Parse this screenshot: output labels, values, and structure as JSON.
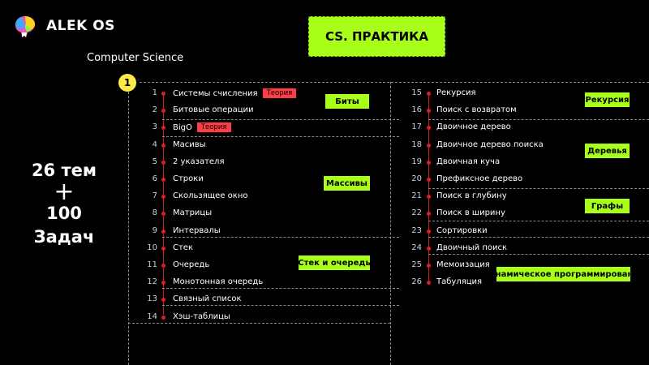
{
  "header": {
    "brand": "ALEK OS",
    "title": "CS. ПРАКТИКА",
    "subject": "Computer Science",
    "step": "1"
  },
  "stats": {
    "topics": "26 тем",
    "plus": "+",
    "tasks": "100 Задач"
  },
  "tag_label": "Теория",
  "left_topics": [
    {
      "num": "1",
      "label": "Системы счисления",
      "tag": "Теория"
    },
    {
      "num": "2",
      "label": "Битовые операции"
    },
    {
      "num": "3",
      "label": "BigO",
      "tag": "Теория"
    },
    {
      "num": "4",
      "label": "Масивы"
    },
    {
      "num": "5",
      "label": "2 указателя"
    },
    {
      "num": "6",
      "label": "Строки"
    },
    {
      "num": "7",
      "label": "Скользящее окно"
    },
    {
      "num": "8",
      "label": "Матрицы"
    },
    {
      "num": "9",
      "label": "Интервалы"
    },
    {
      "num": "10",
      "label": "Стек"
    },
    {
      "num": "11",
      "label": "Очередь"
    },
    {
      "num": "12",
      "label": "Монотонная очередь"
    },
    {
      "num": "13",
      "label": "Связный список"
    },
    {
      "num": "14",
      "label": "Хэш-таблицы"
    }
  ],
  "right_topics": [
    {
      "num": "15",
      "label": "Рекурсия"
    },
    {
      "num": "16",
      "label": "Поиск с возвратом"
    },
    {
      "num": "17",
      "label": "Двоичное дерево"
    },
    {
      "num": "18",
      "label": "Двоичное дерево поиска"
    },
    {
      "num": "19",
      "label": "Двоичная куча"
    },
    {
      "num": "20",
      "label": "Префиксное дерево"
    },
    {
      "num": "21",
      "label": "Поиск в глубину"
    },
    {
      "num": "22",
      "label": "Поиск в ширину"
    },
    {
      "num": "23",
      "label": "Сортировки"
    },
    {
      "num": "24",
      "label": "Двоичный поиск"
    },
    {
      "num": "25",
      "label": "Мемоизация"
    },
    {
      "num": "26",
      "label": "Табуляция"
    }
  ],
  "categories": {
    "bits": "Биты",
    "arrays": "Массивы",
    "stack_queue": "Стек и очередь",
    "recursion": "Рекурсия",
    "trees": "Деревья",
    "graphs": "Графы",
    "dp": "Динамическое программирование"
  },
  "colors": {
    "background": "#000000",
    "accent_green": "#a7ff1a",
    "step_yellow": "#ffe84a",
    "theory_red": "#ff3d47",
    "timeline_red": "#e01e1e"
  }
}
